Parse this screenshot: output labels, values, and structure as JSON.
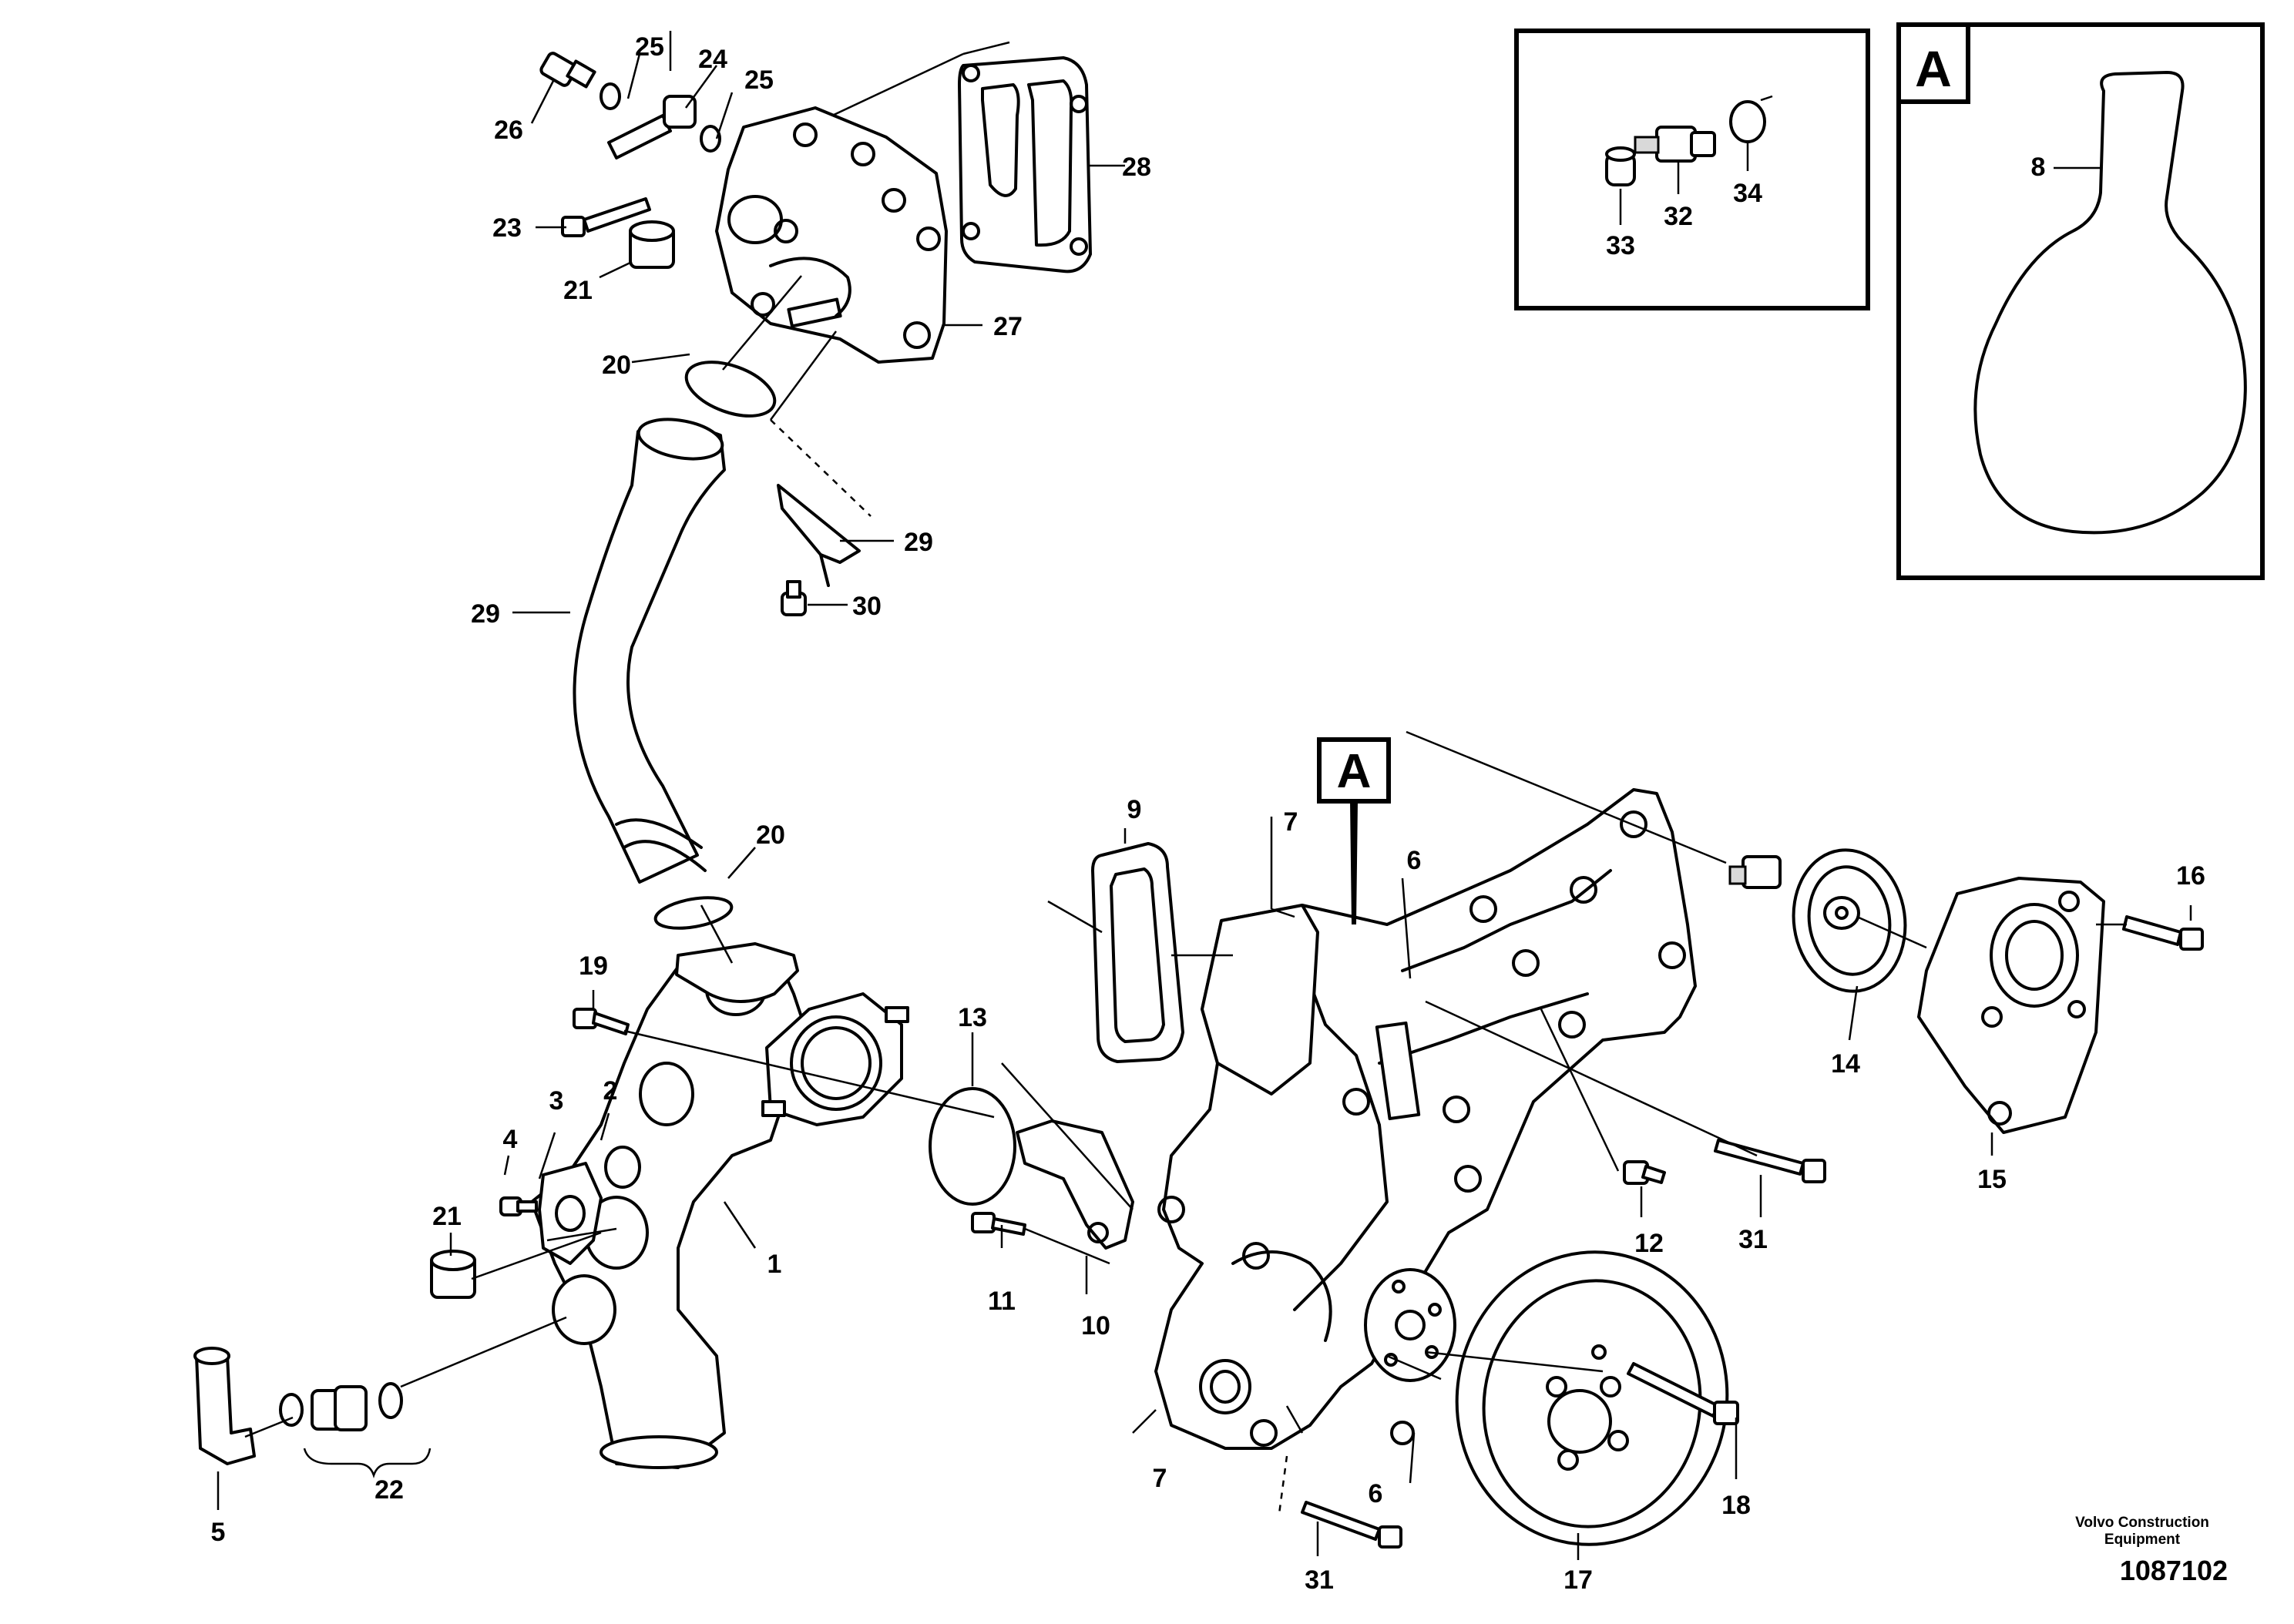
{
  "diagram": {
    "callouts": {
      "c1": "1",
      "c2": "2",
      "c3": "3",
      "c4": "4",
      "c5": "5",
      "c6a": "6",
      "c6b": "6",
      "c7a": "7",
      "c7b": "7",
      "c8": "8",
      "c9": "9",
      "c10": "10",
      "c11": "11",
      "c12": "12",
      "c13": "13",
      "c14": "14",
      "c15": "15",
      "c16": "16",
      "c17": "17",
      "c18": "18",
      "c19": "19",
      "c20a": "20",
      "c20b": "20",
      "c21a": "21",
      "c21b": "21",
      "c22": "22",
      "c23": "23",
      "c24": "24",
      "c25a": "25",
      "c25b": "25",
      "c26": "26",
      "c27": "27",
      "c28": "28",
      "c29a": "29",
      "c29b": "29",
      "c30": "30",
      "c31a": "31",
      "c31b": "31",
      "c32": "32",
      "c33": "33",
      "c34": "34"
    },
    "view_marker": "A",
    "detail_box_label": "A",
    "footer": {
      "publisher_line1": "Volvo Construction",
      "publisher_line2": "Equipment",
      "figure_number": "1087102"
    }
  }
}
